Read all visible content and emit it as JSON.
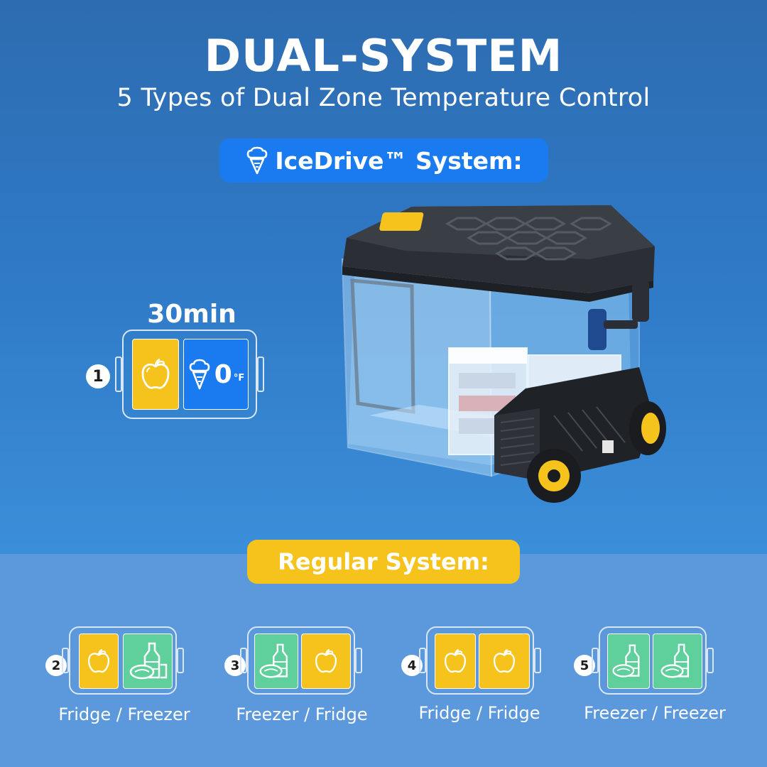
{
  "header": {
    "title": "DUAL-SYSTEM",
    "subtitle": "5 Types of Dual Zone Temperature Control"
  },
  "icedrive": {
    "label": "IceDrive™ System:",
    "icon": "ice-cream-icon",
    "mode_number": "1",
    "time": "30min",
    "freezer_temp": "0",
    "freezer_unit": "°F"
  },
  "regular": {
    "label": "Regular System:",
    "modes": [
      {
        "number": "2",
        "caption": "Fridge / Freezer"
      },
      {
        "number": "3",
        "caption": "Freezer / Fridge"
      },
      {
        "number": "4",
        "caption": "Fridge / Fridge"
      },
      {
        "number": "5",
        "caption": "Freezer / Freezer"
      }
    ]
  },
  "colors": {
    "fridge": "#f6c31d",
    "freezer": "#5fcf9c",
    "icedrive": "#1a7bf0",
    "background": "#2f79c6"
  },
  "icons": {
    "fridge": "apple-icon",
    "freezer": "bottle-steak-icon",
    "icedrive_zone": "ice-cream-icon"
  }
}
